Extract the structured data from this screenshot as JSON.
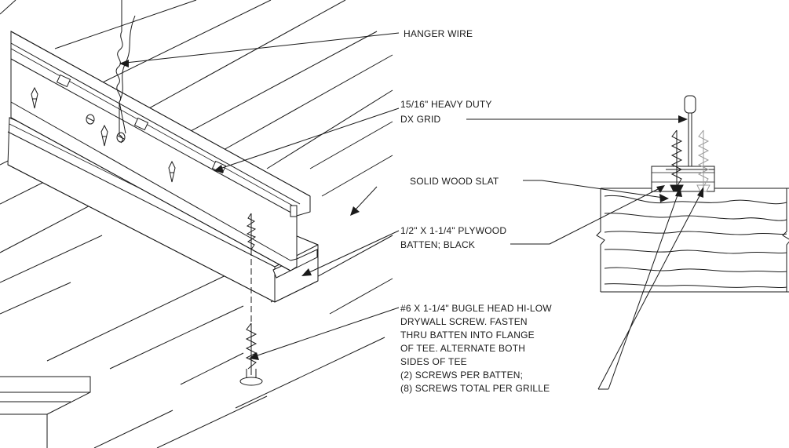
{
  "callouts": {
    "hanger_wire": "HANGER WIRE",
    "grid_line1": "15/16\" HEAVY DUTY",
    "grid_line2": "DX GRID",
    "solid_wood_slat": "SOLID WOOD SLAT",
    "batten_line1": "1/2\" X 1-1/4\" PLYWOOD",
    "batten_line2": "BATTEN; BLACK",
    "screw_lines": [
      "#6 X 1-1/4\" BUGLE HEAD HI-LOW",
      "DRYWALL SCREW. FASTEN",
      "THRU BATTEN INTO FLANGE",
      "OF TEE.  ALTERNATE BOTH",
      "SIDES OF TEE",
      "(2) SCREWS PER BATTEN;",
      "(8) SCREWS TOTAL PER GRILLE"
    ]
  },
  "colors": {
    "line": "#1a1a1a",
    "alternate_screw": "#9a9a9a",
    "background": "#ffffff"
  }
}
